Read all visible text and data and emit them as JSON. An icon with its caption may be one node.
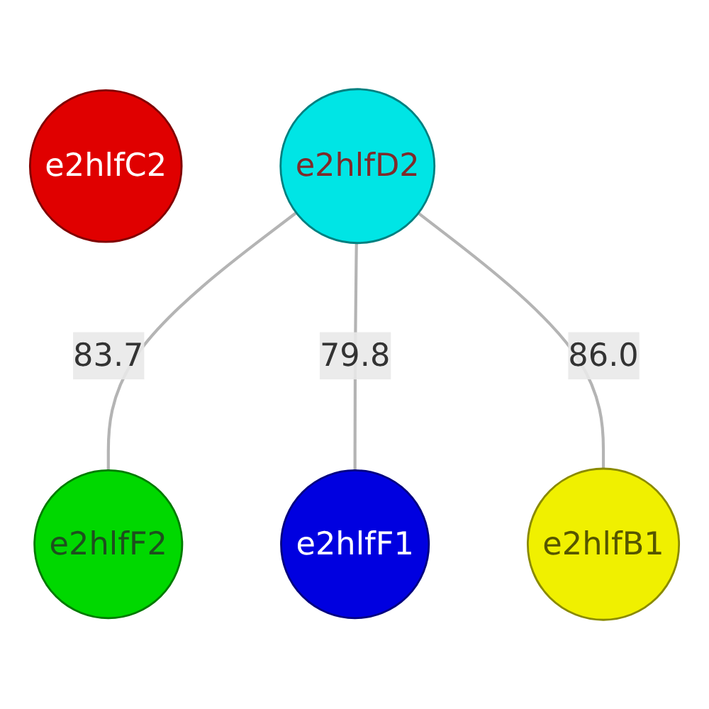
{
  "diagram": {
    "nodes": [
      {
        "text": [
          "e2hlfC2"
        ]
      },
      {
        "text": [
          "e2hlfD2"
        ]
      },
      {
        "text": [
          "e2hlfF2"
        ]
      },
      {
        "text": [
          "e2hlfF1"
        ]
      },
      {
        "text": [
          "e2hlfB1"
        ]
      }
    ],
    "edges": [
      {
        "from": 1,
        "to": 2,
        "arrow": "none",
        "label": "83.7"
      },
      {
        "from": 1,
        "to": 3,
        "arrow": "none",
        "label": "79.8"
      },
      {
        "from": 1,
        "to": 4,
        "arrow": "none",
        "label": "86.0"
      }
    ]
  }
}
